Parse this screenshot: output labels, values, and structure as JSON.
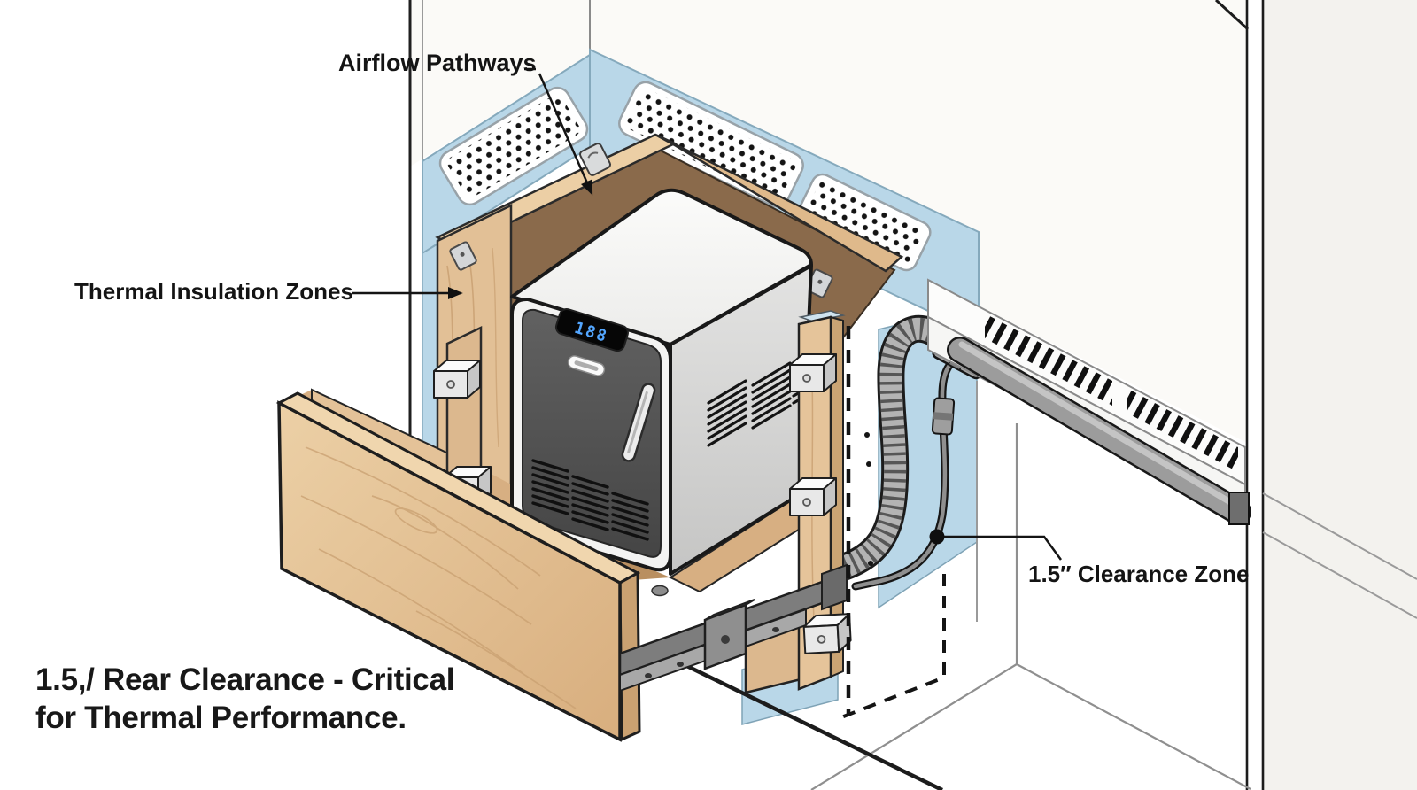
{
  "labels": {
    "airflow": "Airflow Pathways",
    "insulation": "Thermal Insulation Zones",
    "clearance": "1.5″ Clearance Zone"
  },
  "caption": {
    "line1": "1.5,/ Rear Clearance - Critical",
    "line2": "for Thermal Performance."
  },
  "appliance": {
    "display_value": "188"
  },
  "colors": {
    "insulation_blue": "#b9d7e8",
    "wood_light": "#eccfa5",
    "wood_mid": "#dcb88e",
    "wood_inner_dark": "#8a6a4b",
    "appliance_door_gray": "#565656",
    "display_digit_blue": "#53a6ff",
    "outline_black": "#1b1b1b"
  }
}
